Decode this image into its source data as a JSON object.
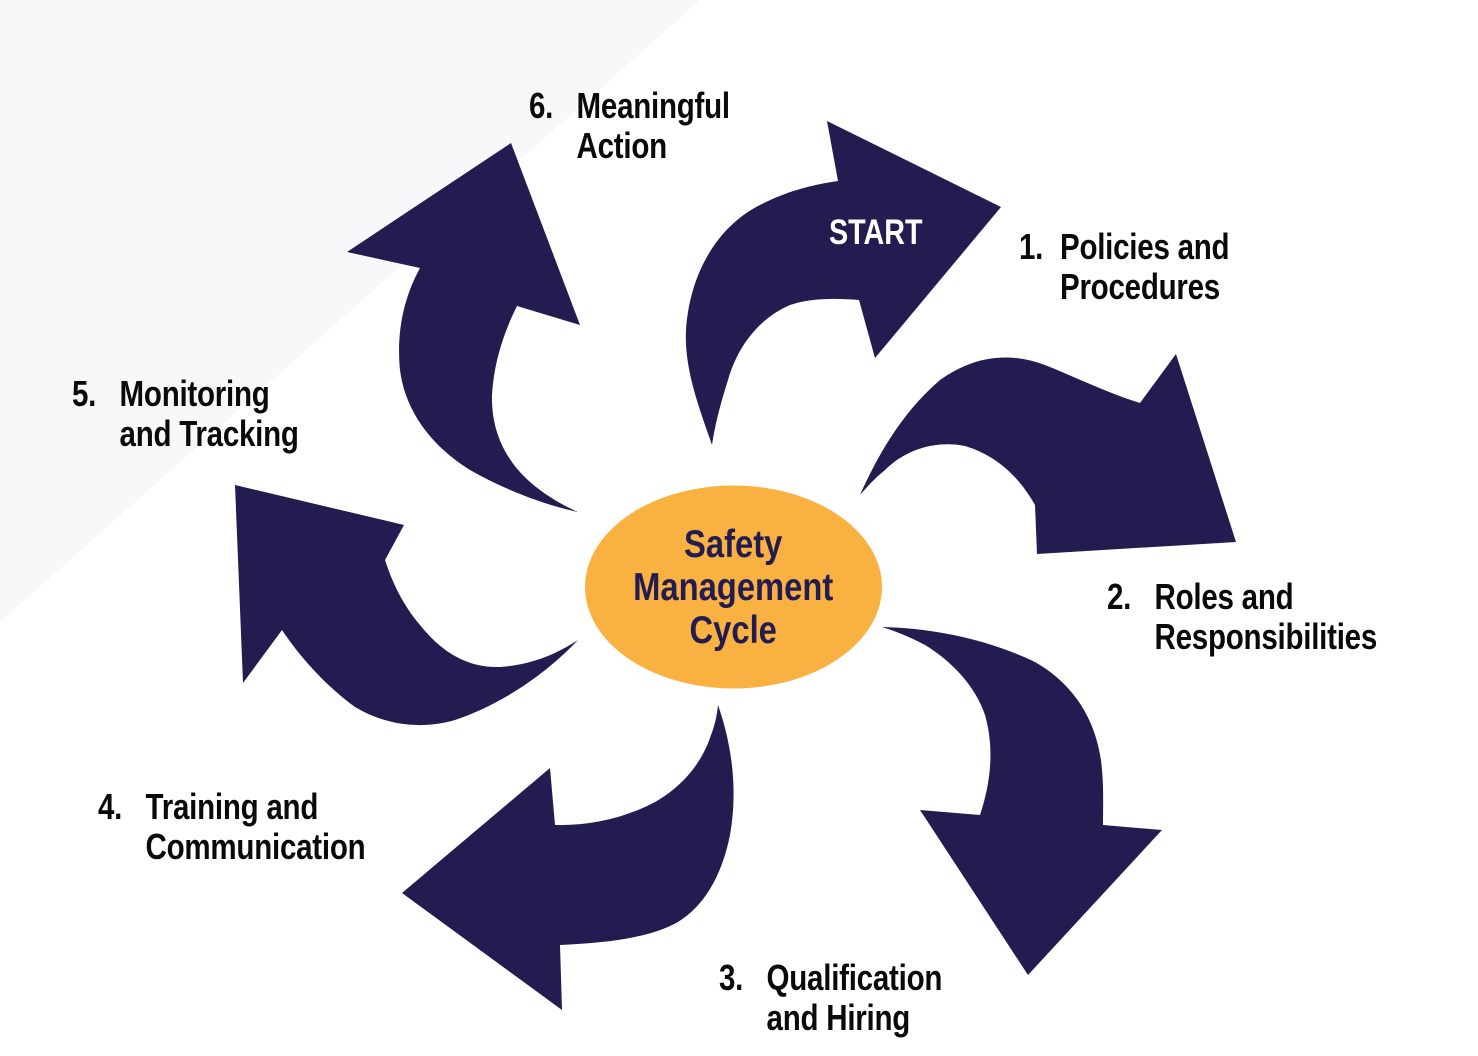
{
  "diagram": {
    "type": "cycle",
    "title": "Safety Management Cycle",
    "title_lines": [
      "Safety",
      "Management",
      "Cycle"
    ],
    "start_marker": "START",
    "colors": {
      "arrow": "#231c50",
      "center_fill": "#f9b142",
      "center_text": "#231c50",
      "label_text": "#0a0a0a",
      "background": "#ffffff",
      "background_accent": "#f7f8fa"
    },
    "steps": [
      {
        "number": "1.",
        "line1": "Policies and",
        "line2": "Procedures"
      },
      {
        "number": "2.",
        "line1": "Roles and",
        "line2": "Responsibilities"
      },
      {
        "number": "3.",
        "line1": "Qualification",
        "line2": "and Hiring"
      },
      {
        "number": "4.",
        "line1": "Training and",
        "line2": "Communication"
      },
      {
        "number": "5.",
        "line1": "Monitoring",
        "line2": "and Tracking"
      },
      {
        "number": "6.",
        "line1": "Meaningful",
        "line2": "Action"
      }
    ]
  }
}
